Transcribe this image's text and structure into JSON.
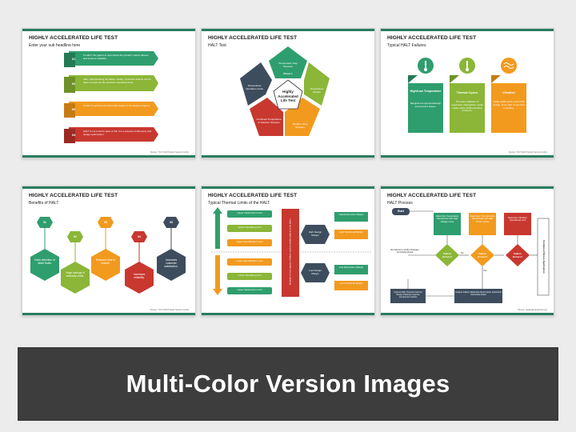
{
  "slides": [
    {
      "title": "HIGHLY ACCELERATED LIFE TEST",
      "subtitle": "Enter your sub headline here",
      "items": [
        {
          "num": "01",
          "text": "In HALT, the goal is to over-stress the product, induce failures and improve reliability.",
          "color": "#2f9e6e"
        },
        {
          "num": "02",
          "text": "After understanding the failure modes, corrective actions can be taken to push out the product's operating limits.",
          "color": "#8bb637"
        },
        {
          "num": "03",
          "text": "It HALT is performed in the early stages of the design progress.",
          "color": "#f29a1e"
        },
        {
          "num": "04",
          "text": "HALT is not a test to pass or fail. It is a process of discovery and design optimization.",
          "color": "#c8382f"
        }
      ],
      "source": "Source: TUV SUD Product Service GmbH"
    },
    {
      "title": "HIGHLY ACCELERATED LIFE TEST",
      "subtitle": "HALT Test",
      "center": "Highly Accelerated Life Test",
      "phases": [
        {
          "phase": "Phase 1",
          "label": "Temperature Step Stresses",
          "color": "#2f9e6e"
        },
        {
          "phase": "Phase 2",
          "label": "Temperature Ramps",
          "color": "#8bb637"
        },
        {
          "phase": "Phase 3",
          "label": "Vibration Step Stresses",
          "color": "#f29a1e"
        },
        {
          "phase": "Phase 4",
          "label": "Combined Temperature & Vibration Stresses",
          "color": "#c8382f"
        },
        {
          "phase": "Phase 5",
          "label": "Temperature Operation Limits",
          "color": "#3d4d5e"
        }
      ]
    },
    {
      "title": "HIGHLY ACCELERATED LIFE TEST",
      "subtitle": "Typical HALT Failures",
      "cards": [
        {
          "head": "High/Low Temperature",
          "text": "Marginal components/design and process issues.",
          "color": "#2f9e6e"
        },
        {
          "head": "Thermal Cycles",
          "text": "Thermal coefficient of expansion mismatches, weak solder joints, PCB mounting problems.",
          "color": "#8bb637"
        },
        {
          "head": "Vibration",
          "text": "Weak solder joints, poor PCB design, loose part component mounting.",
          "color": "#f29a1e"
        }
      ],
      "source": "Source: TUV SUD Product Service GmbH"
    },
    {
      "title": "HIGHLY ACCELERATED LIFE TEST",
      "subtitle": "Benefits of HALT",
      "hexes": [
        {
          "num": "01",
          "text": "Early detection of latent faults.",
          "color": "#2f9e6e"
        },
        {
          "num": "02",
          "text": "Huge savings in warranty costs.",
          "color": "#8bb637"
        },
        {
          "num": "03",
          "text": "Reduced time to market.",
          "color": "#f29a1e"
        },
        {
          "num": "04",
          "text": "Increases reliability.",
          "color": "#c8382f"
        },
        {
          "num": "05",
          "text": "Increases customer satisfaction.",
          "color": "#3d4d5e"
        }
      ],
      "source": "Source: TUV SUD Product Service GmbH"
    },
    {
      "title": "HIGHLY ACCELERATED LIFE TEST",
      "subtitle": "Typical Thermal Limits of the HALT",
      "limits_upper": [
        {
          "label": "Upper Destruction Limit",
          "color": "#2f9e6e"
        },
        {
          "label": "Upper Operating Limit",
          "color": "#8bb637"
        },
        {
          "label": "Upper Specification Limit",
          "color": "#f29a1e"
        }
      ],
      "limits_lower": [
        {
          "label": "Lower Specification Limit",
          "color": "#f29a1e"
        },
        {
          "label": "Lower Operating Limit",
          "color": "#8bb637"
        },
        {
          "label": "Lower Destruction Limit",
          "color": "#2f9e6e"
        }
      ],
      "vertical_text": "Analysis of root causes of failure and corrective actions to be taken",
      "high_design": "High Design Margin",
      "low_design": "Low Design Margin",
      "high_margins": [
        {
          "label": "High Destruction Margin",
          "color": "#2f9e6e"
        },
        {
          "label": "High Functional Margin",
          "color": "#f29a1e"
        }
      ],
      "low_margins": [
        {
          "label": "Low Destruction Margin",
          "color": "#2f9e6e"
        },
        {
          "label": "Low Functional Margin",
          "color": "#f29a1e"
        }
      ]
    },
    {
      "title": "HIGHLY ACCELERATED LIFE TEST",
      "subtitle": "HALT Process",
      "start": "Start",
      "boxes": [
        {
          "text": "Determine Temperature Operational Limit High Voltage Limits",
          "color": "#2f9e6e"
        },
        {
          "text": "Determine Thermal Cycle Operational Limit High Power Cycles",
          "color": "#f29a1e"
        },
        {
          "text": "Determine Vibration Operational Limit",
          "color": "#c8382f"
        }
      ],
      "diamonds": [
        {
          "text": "Failure Occurs?",
          "color": "#8bb637"
        },
        {
          "text": "Failure Occurs?",
          "color": "#f29a1e"
        },
        {
          "text": "Failure Occurs?",
          "color": "#c8382f"
        }
      ],
      "retest": "Re-Stress to Verify Changes And Robustness",
      "improve": "Improve Mfg. Process Improve Design Features Improve Component Choice",
      "analyze": "Analyze Failure Determine Root Cause Implement Corrective Action",
      "side": "Combined Stress Application",
      "yes": "Yes",
      "no": "No",
      "source": "Source: QualityEngineerInfo.org"
    }
  ],
  "banner": {
    "text": "Multi-Color Version Images"
  }
}
